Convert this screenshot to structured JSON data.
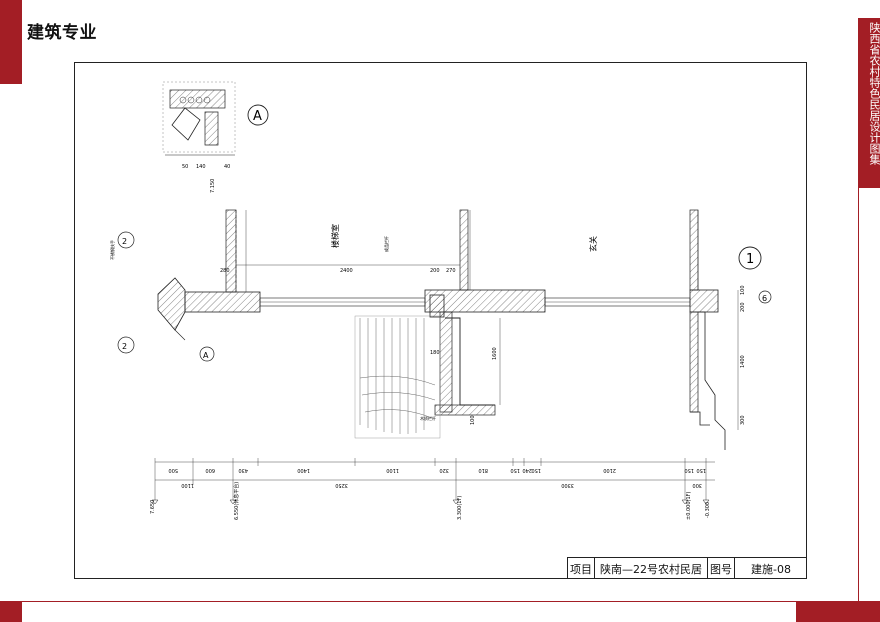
{
  "header": {
    "title": "建筑专业"
  },
  "side_band": {
    "text": "陕西省农村特色民居设计图集"
  },
  "title_block": {
    "project_label": "项目",
    "project_name": "陕南—22号农村民居",
    "drawing_no_label": "图号",
    "drawing_no": "建施-08"
  },
  "drawing": {
    "detail_marker": "A",
    "axis_1": "1",
    "axis_6": "6",
    "index_marks": [
      "2",
      "2",
      "A"
    ],
    "rooms": [
      "楼梯室",
      "玄关"
    ],
    "levels": [
      "7.650",
      "6.550(休息平台)",
      "3.300(1F)",
      "±0.000(1F)",
      "-0.300",
      "7.150"
    ],
    "dims_row1": [
      "500",
      "600",
      "430",
      "1400",
      "1100",
      "320",
      "810",
      "150",
      "240",
      "150",
      "2100",
      "150",
      "150"
    ],
    "dims_row2": [
      "1100",
      "3250",
      "3300",
      "300"
    ],
    "dims_vertical": [
      "100",
      "200",
      "1400",
      "300",
      "1600",
      "100"
    ],
    "dims_plan": [
      "280",
      "2400",
      "200",
      "270",
      "180"
    ],
    "detail_dims": [
      "140",
      "40",
      "50"
    ],
    "notes": [
      "不锈钢扶手",
      "成品栏杆",
      "木质栏杆"
    ]
  }
}
